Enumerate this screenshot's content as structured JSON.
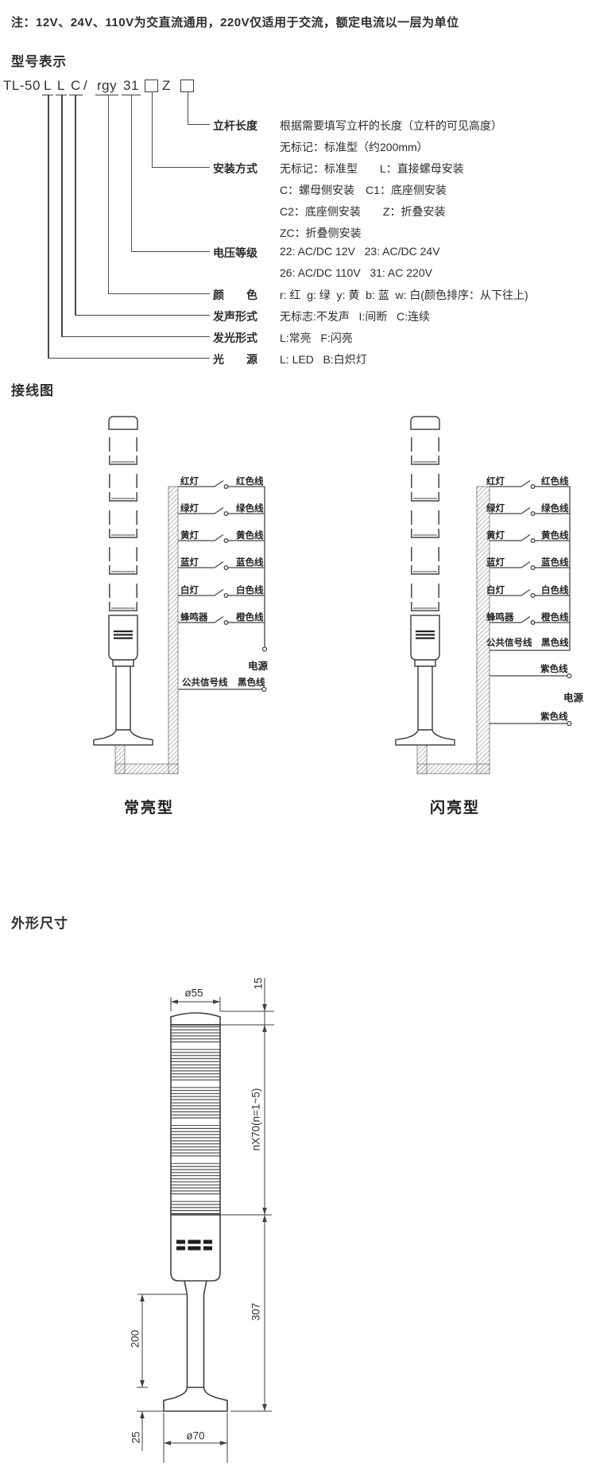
{
  "note": "注：12V、24V、110V为交直流通用，220V仅适用于交流，额定电流以一层为单位",
  "model_section": {
    "heading": "型号表示",
    "code": [
      "TL-50",
      "L",
      "L",
      "C",
      "/",
      "rgy",
      "31",
      "Z"
    ],
    "fields": [
      {
        "label": "立杆长度",
        "lines": [
          "根据需要填写立杆的长度（立杆的可见高度）",
          "无标记：标准型（约200mm）"
        ]
      },
      {
        "label": "安装方式",
        "lines": [
          "无标记：标准型　　L：直接螺母安装",
          "C：螺母侧安装　C1：底座侧安装",
          "C2：底座侧安装　　Z：折叠安装",
          "ZC：折叠侧安装"
        ]
      },
      {
        "label": "电压等级",
        "lines": [
          "22: AC/DC 12V   23: AC/DC 24V",
          "26: AC/DC 110V   31: AC 220V"
        ]
      },
      {
        "label": "颜　　色",
        "lines": [
          "r: 红  g: 绿  y: 黄  b: 蓝  w: 白(颜色排序：从下往上)"
        ]
      },
      {
        "label": "发声形式",
        "lines": [
          "无标志:不发声   I:间断   C:连续"
        ]
      },
      {
        "label": "发光形式",
        "lines": [
          "L:常亮   F:闪亮"
        ]
      },
      {
        "label": "光　　源",
        "lines": [
          "L: LED   B:白炽灯"
        ]
      }
    ]
  },
  "wiring_section": {
    "heading": "接线图",
    "channels": [
      {
        "device": "红灯",
        "wire": "红色线"
      },
      {
        "device": "绿灯",
        "wire": "绿色线"
      },
      {
        "device": "黄灯",
        "wire": "黄色线"
      },
      {
        "device": "蓝灯",
        "wire": "蓝色线"
      },
      {
        "device": "白灯",
        "wire": "白色线"
      },
      {
        "device": "蜂鸣器",
        "wire": "橙色线"
      }
    ],
    "common_signal": {
      "label": "公共信号线",
      "wire": "黑色线"
    },
    "power_label": "电源",
    "purple_wire": "紫色线",
    "steady_caption": "常亮型",
    "flash_caption": "闪亮型"
  },
  "dimension_section": {
    "heading": "外形尺寸",
    "dims": {
      "top_diameter": "ø55",
      "cap_height": "15",
      "module_height": "nX70(n=1~5)",
      "lower_height": "307",
      "pole_height": "200",
      "base_height": "25",
      "base_diameter": "ø70"
    }
  }
}
